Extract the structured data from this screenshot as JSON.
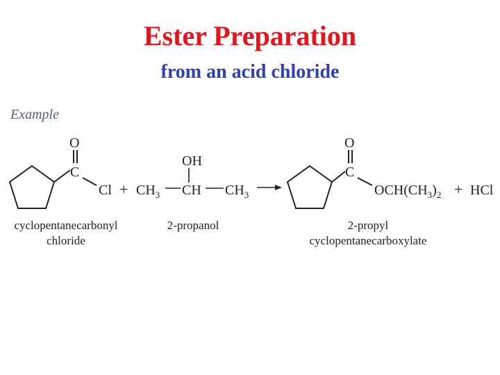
{
  "title": "Ester Preparation",
  "subtitle": "from an acid chloride",
  "example_label": "Example",
  "reactant1": {
    "name_line1": "cyclopentanecarbonyl",
    "name_line2": "chloride",
    "carbonyl_o": "O",
    "carbonyl_c": "C",
    "leaving": "Cl"
  },
  "plus1": "+",
  "reactant2": {
    "name": "2-propanol",
    "oh": "OH",
    "ch3_left": "CH",
    "sub3_left": "3",
    "ch": "CH",
    "ch3_right": "CH",
    "sub3_right": "3"
  },
  "product": {
    "name_line1": "2-propyl",
    "name_line2": "cyclopentanecarboxylate",
    "carbonyl_o": "O",
    "carbonyl_c": "C",
    "ester_a": "OCH(CH",
    "ester_sub3": "3",
    "ester_b": ")",
    "ester_sub2": "2"
  },
  "plus2": "+",
  "byproduct": "HCl"
}
